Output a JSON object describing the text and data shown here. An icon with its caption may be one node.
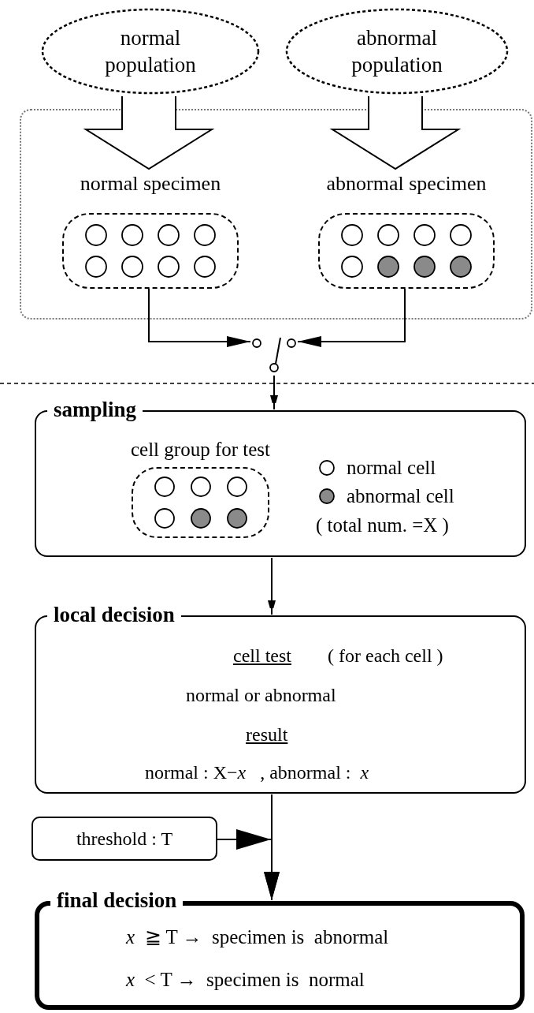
{
  "diagram": {
    "nodes": [
      {
        "text": [
          "normal population"
        ]
      },
      {
        "text": [
          "abnormal population"
        ]
      },
      {
        "text": [],
        "shape": "box"
      },
      {
        "text": [
          "normal specimen"
        ],
        "in": 2
      },
      {
        "text": [
          "abnormal specimen"
        ],
        "in": 2
      },
      {
        "text": [],
        "shape": "switch"
      },
      {
        "text": [
          "sampling",
          "( total num. =X )"
        ]
      },
      {
        "text": [
          "cell group for test"
        ],
        "in": 6
      },
      {
        "text": [
          "local decision",
          "cell test",
          "( for each cell )",
          "normal or abnormal",
          "result",
          "normal : X−*x*   , abnormal :  *x*"
        ]
      },
      {
        "text": [
          "threshold : T"
        ]
      },
      {
        "text": [
          "final decision",
          "*x*  ≧ T →  specimen is  abnormal",
          "*x*  < T →  specimen is  normal"
        ]
      }
    ],
    "edges": [
      {
        "from": 0,
        "to": 3,
        "arrow": "to",
        "style": "thick"
      },
      {
        "from": 1,
        "to": 4,
        "arrow": "to",
        "style": "thick"
      },
      {
        "from": 3,
        "to": 5,
        "arrow": "to"
      },
      {
        "from": 4,
        "to": 5,
        "arrow": "to"
      },
      {
        "from": 5,
        "to": 6,
        "arrow": "to"
      },
      {
        "from": 6,
        "to": 8,
        "arrow": "to"
      },
      {
        "from": 8,
        "to": 10,
        "arrow": "to"
      },
      {
        "from": 9,
        "to": 10,
        "arrow": "to"
      }
    ],
    "legend": [
      {
        "text": "normal cell"
      },
      {
        "text": "abnormal cell"
      }
    ]
  }
}
